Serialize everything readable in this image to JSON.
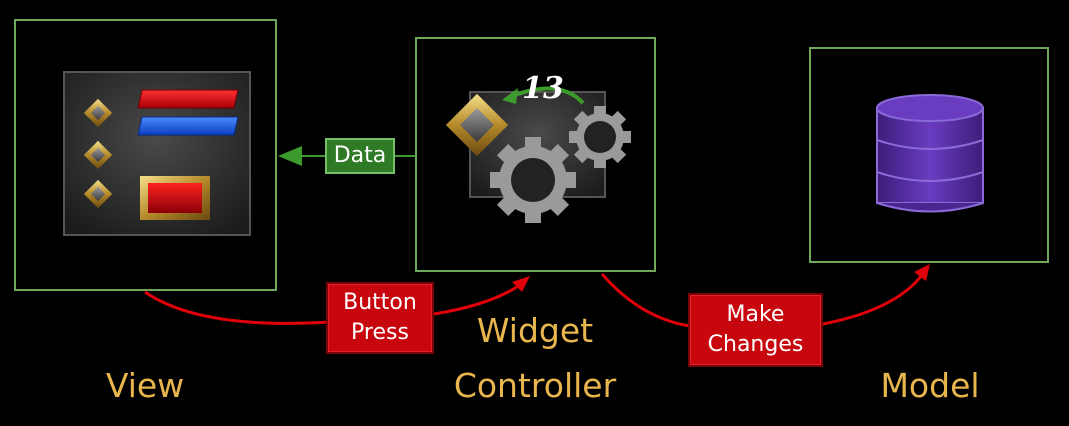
{
  "captions": {
    "view": "View",
    "controller_line1": "Widget",
    "controller_line2": "Controller",
    "model": "Model"
  },
  "edges": {
    "data_label": "Data",
    "button_press_line1": "Button",
    "button_press_line2": "Press",
    "make_changes_line1": "Make",
    "make_changes_line2": "Changes"
  },
  "controller": {
    "counter": "13"
  },
  "colors": {
    "panel_border": "#6ea85a",
    "caption": "#e8b64c",
    "arrow_red": "#e0000a",
    "arrow_green": "#3d9a2c",
    "database": "#5a2fa0"
  }
}
